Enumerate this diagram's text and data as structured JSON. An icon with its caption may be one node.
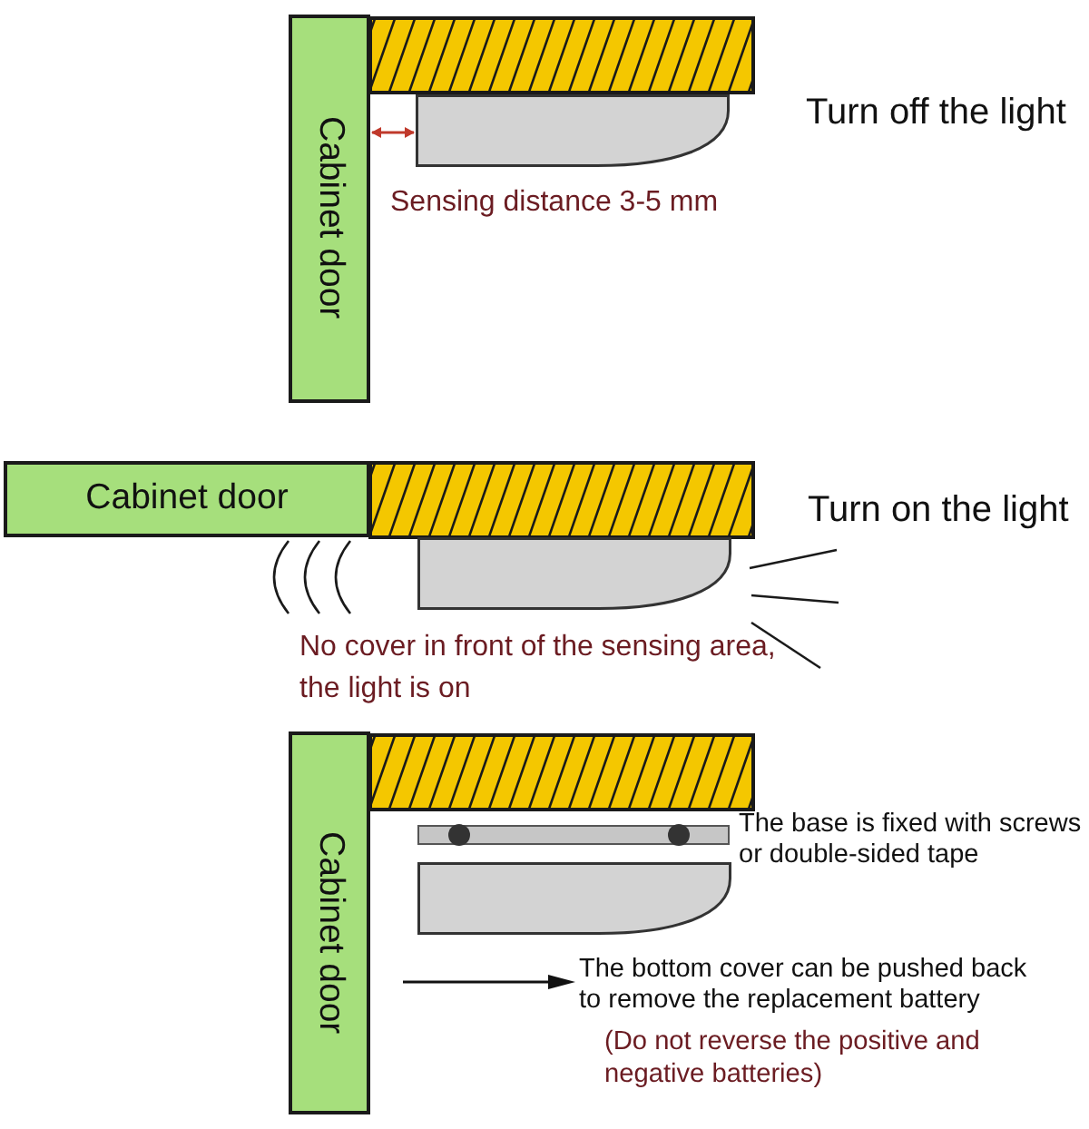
{
  "diagram": {
    "nodes": [
      {
        "text": [
          "Cabinet door"
        ]
      },
      {
        "text": [
          "Cabinet door"
        ]
      },
      {
        "text": [
          "Cabinet door"
        ]
      }
    ],
    "labels": [
      "Turn off the light",
      "Sensing distance 3-5 mm",
      "Turn on the light",
      "No cover in front of the sensing area, the light is on",
      "The base is fixed with screws or double-sided tape",
      "The bottom cover can be pushed back to remove the replacement battery",
      "(Do not reverse the positive and negative batteries)"
    ]
  }
}
